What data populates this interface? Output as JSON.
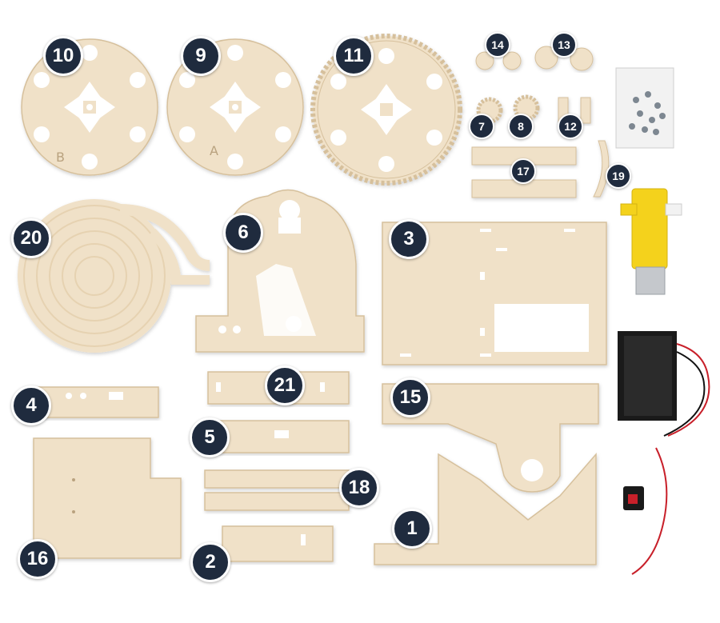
{
  "colors": {
    "wood": "#f0e1c8",
    "wood_edge": "#d6c09c",
    "badge_bg": "#1f2b3e",
    "badge_text": "#ffffff",
    "motor_yellow": "#f4d21c",
    "battery_black": "#1a1a1a",
    "wire_red": "#c8202a"
  },
  "wheel_letters": {
    "b": "B",
    "a": "A"
  },
  "parts": [
    {
      "id": "10"
    },
    {
      "id": "9"
    },
    {
      "id": "11"
    },
    {
      "id": "14"
    },
    {
      "id": "13"
    },
    {
      "id": "7"
    },
    {
      "id": "8"
    },
    {
      "id": "12"
    },
    {
      "id": "17"
    },
    {
      "id": "19"
    },
    {
      "id": "20"
    },
    {
      "id": "6"
    },
    {
      "id": "3"
    },
    {
      "id": "4"
    },
    {
      "id": "21"
    },
    {
      "id": "15"
    },
    {
      "id": "5"
    },
    {
      "id": "18"
    },
    {
      "id": "16"
    },
    {
      "id": "2"
    },
    {
      "id": "1"
    }
  ],
  "extras": [
    "screw-bag",
    "gear-motor",
    "battery-holder",
    "rocker-switch",
    "red-wire"
  ]
}
